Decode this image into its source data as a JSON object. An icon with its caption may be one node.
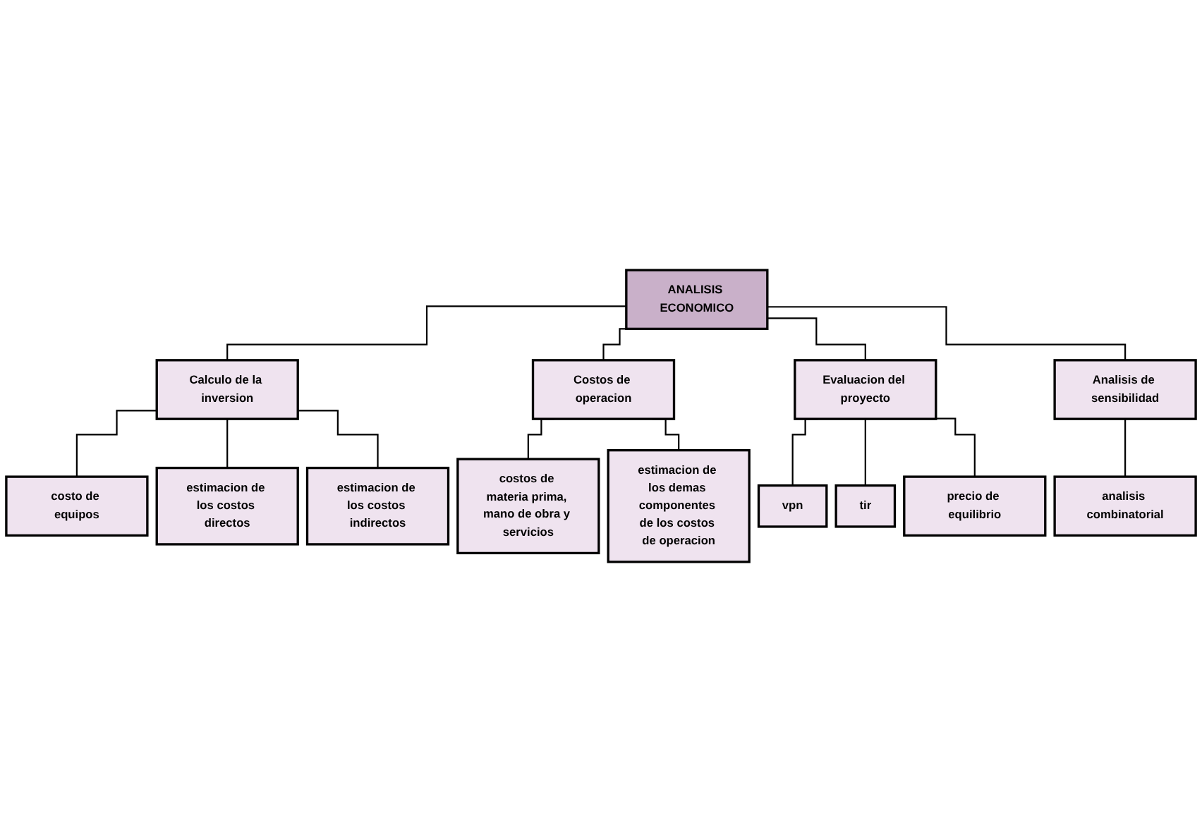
{
  "diagram": {
    "nodes": [
      {
        "text": [
          "ANALISIS ECONOMICO"
        ]
      },
      {
        "text": [
          "Calculo de la inversion"
        ]
      },
      {
        "text": [
          "Costos de operacion"
        ]
      },
      {
        "text": [
          "Evaluacion del proyecto"
        ]
      },
      {
        "text": [
          "Analisis de sensibilidad"
        ]
      },
      {
        "text": [
          "costo de equipos"
        ]
      },
      {
        "text": [
          "estimacion de los costos directos"
        ]
      },
      {
        "text": [
          "estimacion de los costos indirectos"
        ]
      },
      {
        "text": [
          "costos de materia prima, mano de obra y servicios"
        ]
      },
      {
        "text": [
          "estimacion de los demas componentes de los costos de operacion"
        ]
      },
      {
        "text": [
          "vpn"
        ]
      },
      {
        "text": [
          "tir"
        ]
      },
      {
        "text": [
          "precio de equilibrio"
        ]
      },
      {
        "text": [
          "analisis combinatorial"
        ]
      }
    ],
    "edges": [
      {
        "from": 0,
        "to": 1,
        "arrow": "none"
      },
      {
        "from": 0,
        "to": 2,
        "arrow": "none"
      },
      {
        "from": 0,
        "to": 3,
        "arrow": "none"
      },
      {
        "from": 0,
        "to": 4,
        "arrow": "none"
      },
      {
        "from": 1,
        "to": 5,
        "arrow": "none"
      },
      {
        "from": 1,
        "to": 6,
        "arrow": "none"
      },
      {
        "from": 1,
        "to": 7,
        "arrow": "none"
      },
      {
        "from": 2,
        "to": 8,
        "arrow": "none"
      },
      {
        "from": 2,
        "to": 9,
        "arrow": "none"
      },
      {
        "from": 3,
        "to": 10,
        "arrow": "none"
      },
      {
        "from": 3,
        "to": 11,
        "arrow": "none"
      },
      {
        "from": 3,
        "to": 12,
        "arrow": "none"
      },
      {
        "from": 4,
        "to": 13,
        "arrow": "none"
      }
    ]
  }
}
